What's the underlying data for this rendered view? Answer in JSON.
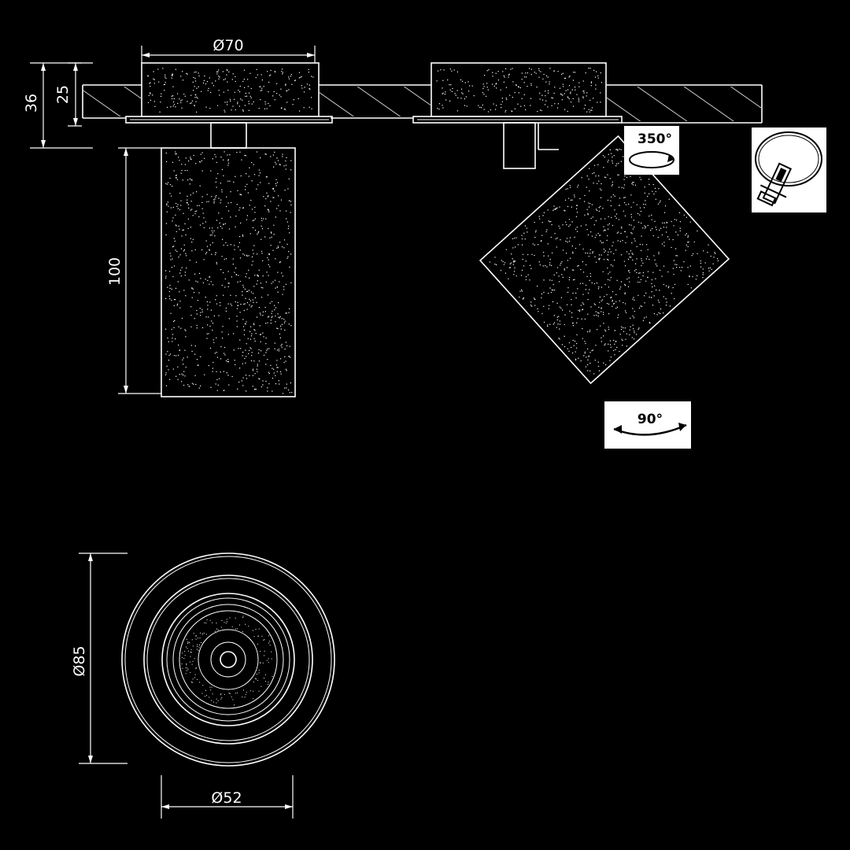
{
  "dimensions": {
    "collar_diameter": "Ø70",
    "overall_height": "36",
    "recess_depth": "25",
    "body_length": "100",
    "face_diameter": "Ø85",
    "body_diameter": "Ø52"
  },
  "rotations": {
    "horizontal": "350°",
    "vertical": "90°"
  },
  "colors": {
    "background": "#000000",
    "linework": "#ffffff"
  },
  "icons": [
    "rotation-350-icon",
    "tilt-90-icon",
    "mounting-detail-icon"
  ]
}
